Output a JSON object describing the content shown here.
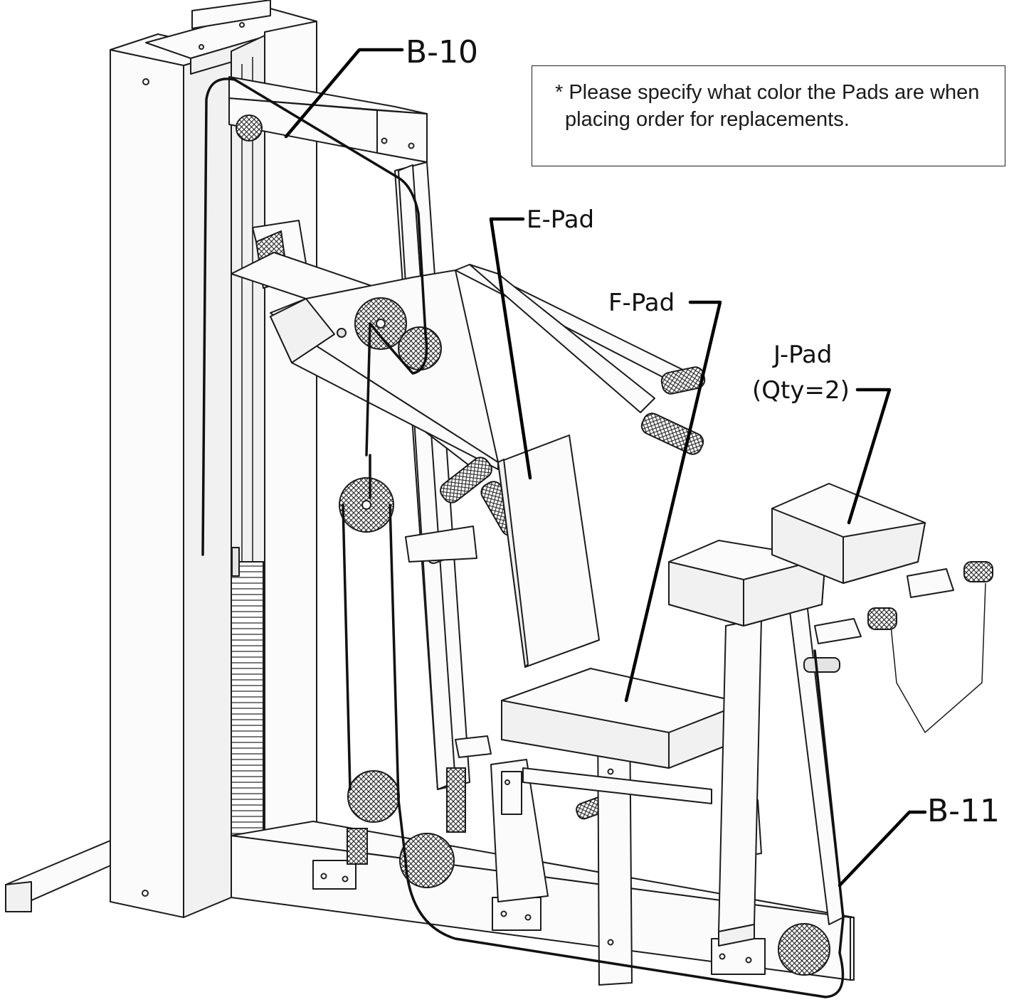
{
  "note": {
    "line1": "* Please specify what color the Pads are when",
    "line2": "placing order for replacements."
  },
  "labels": {
    "b10": "B-10",
    "e_pad": "E-Pad",
    "f_pad": "F-Pad",
    "j_pad": "J-Pad",
    "j_pad_qty": "(Qty=2)",
    "b11": "B-11"
  },
  "icons": {
    "pulley": "pulley-icon",
    "handle": "handle-grip-icon"
  }
}
